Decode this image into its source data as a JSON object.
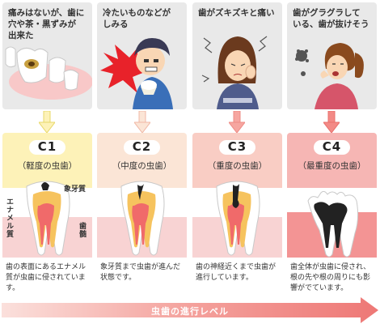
{
  "symptoms": [
    {
      "text": "痛みはないが、歯に\n穴や茶・黒ずみが\n出来た"
    },
    {
      "text": "冷たいものなどが\nしみる"
    },
    {
      "text": "歯がズキズキと痛い"
    },
    {
      "text": "歯がグラグラして\nいる、歯が抜けそう"
    }
  ],
  "stages": [
    {
      "code": "C1",
      "title": "（軽度の虫歯）",
      "description": "歯の表面にあるエナメル質が虫歯に侵されています。",
      "color": "#fdf2b8"
    },
    {
      "code": "C2",
      "title": "（中度の虫歯）",
      "description": "象牙質まで虫歯が進んだ状態です。",
      "color": "#fbe5d6"
    },
    {
      "code": "C3",
      "title": "（重度の虫歯）",
      "description": "歯の神経近くまで虫歯が進行しています。",
      "color": "#f9cdc4"
    },
    {
      "code": "C4",
      "title": "（最重度の虫歯）",
      "description": "歯全体が虫歯に侵され、根の先や根の周りにも影響がでています。",
      "color": "#f6b6b4"
    }
  ],
  "labels": {
    "dentin": "象牙質",
    "enamel": "エナメル質",
    "pulp": "歯髄"
  },
  "progress": {
    "label": "虫歯の進行レベル"
  },
  "colors": {
    "arrow": "#f08a88",
    "arrow_c1": "#e8d86a",
    "card_bg": "#e9e9e9"
  }
}
